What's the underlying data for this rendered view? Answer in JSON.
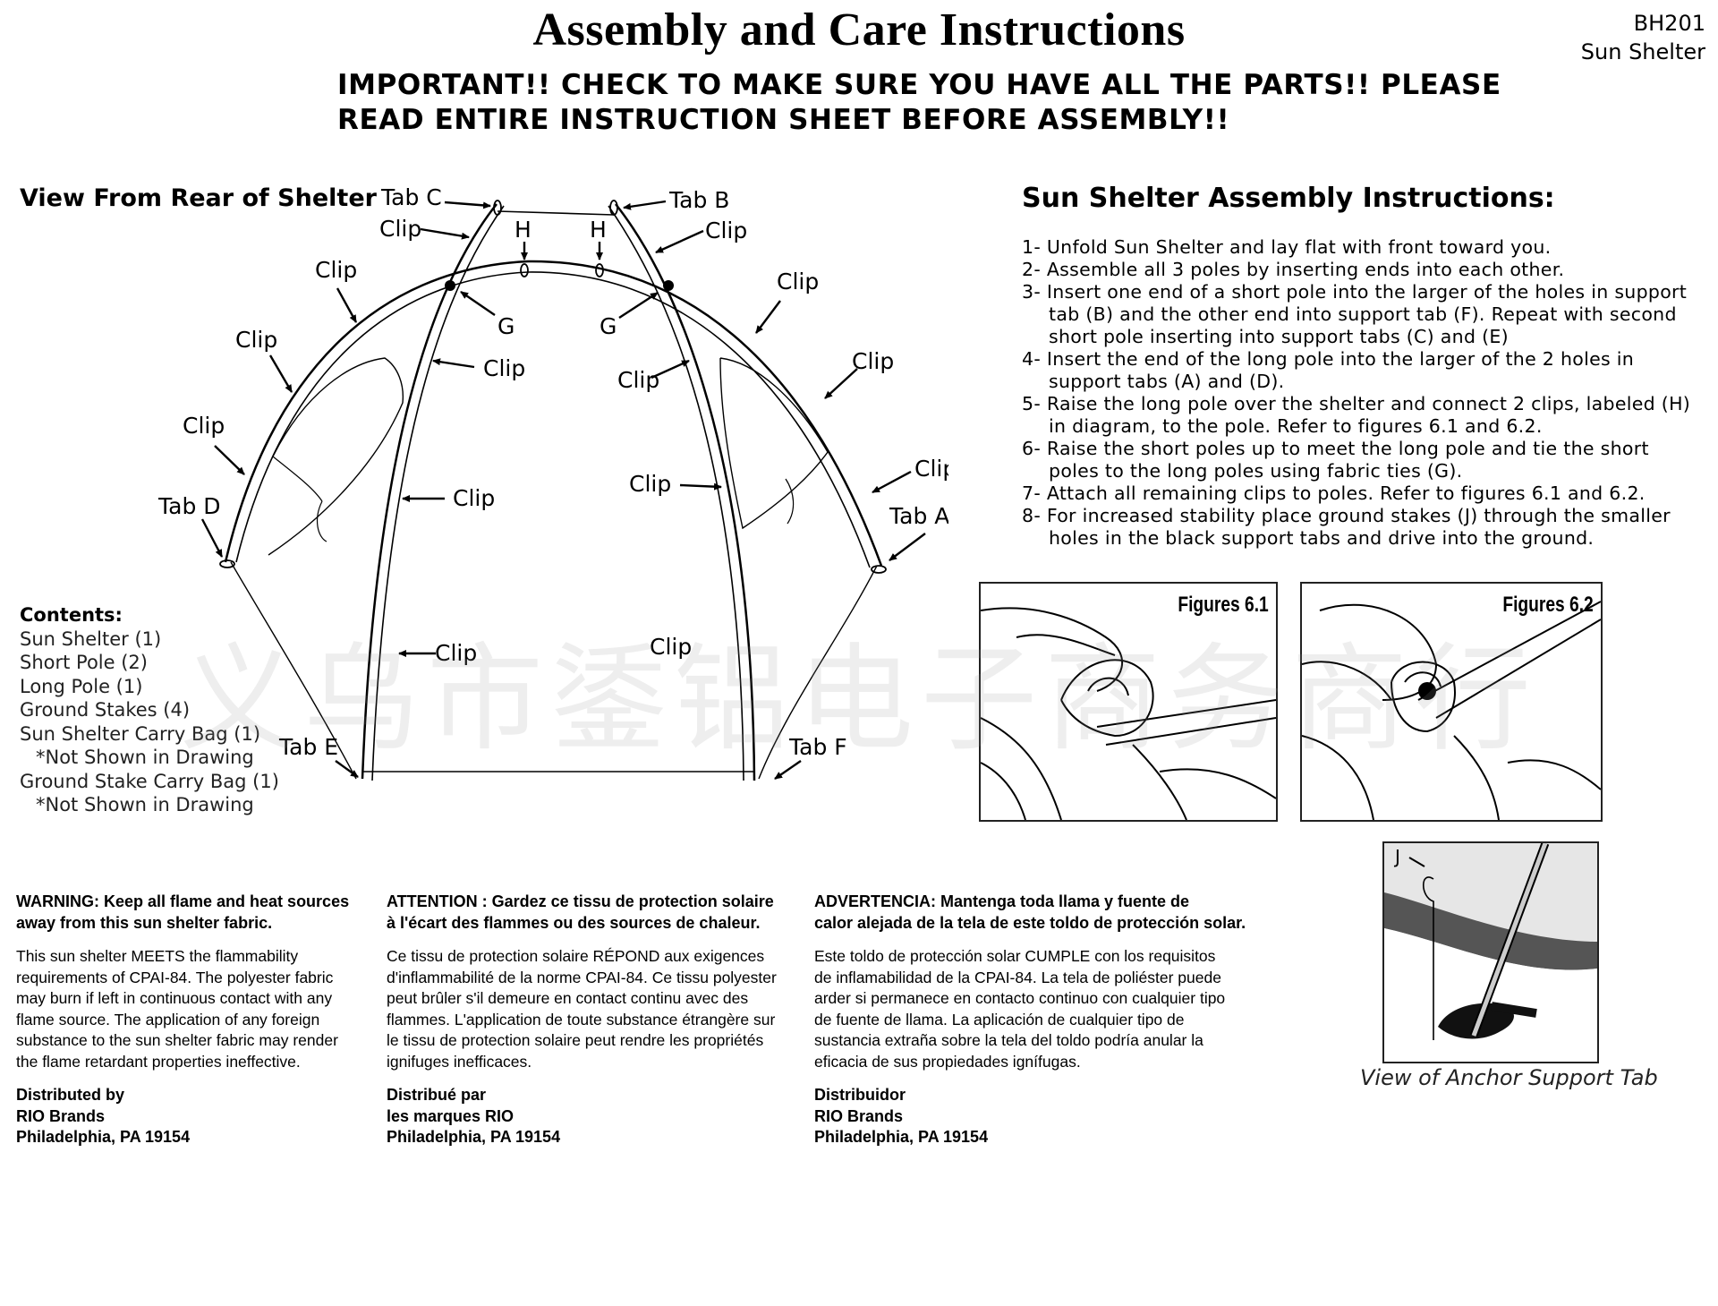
{
  "header": {
    "title": "Assembly and Care Instructions",
    "model": "BH201",
    "product": "Sun Shelter",
    "important_line1": "IMPORTANT!! CHECK TO MAKE SURE YOU HAVE ALL THE PARTS!! PLEASE",
    "important_line2": "READ ENTIRE INSTRUCTION SHEET BEFORE ASSEMBLY!!"
  },
  "diagram": {
    "title": "View From Rear of Shelter",
    "labels": {
      "tab_a": "Tab A",
      "tab_b": "Tab B",
      "tab_c": "Tab C",
      "tab_d": "Tab D",
      "tab_e": "Tab E",
      "tab_f": "Tab F",
      "clip": "Clip",
      "g": "G",
      "h": "H"
    }
  },
  "contents": {
    "heading": "Contents:",
    "items": [
      "Sun Shelter (1)",
      "Short Pole (2)",
      "Long Pole (1)",
      "Ground Stakes (4)",
      "Sun Shelter Carry Bag (1)",
      "*Not Shown in Drawing",
      "Ground Stake Carry Bag (1)",
      "*Not Shown in Drawing"
    ]
  },
  "instructions": {
    "title": "Sun Shelter Assembly Instructions:",
    "steps": [
      "1- Unfold Sun Shelter and lay flat with front toward you.",
      "2- Assemble all 3 poles by inserting ends into each other.",
      "3- Insert one end of a short pole into the larger of the holes in support tab (B) and the other end into support tab (F). Repeat with second short pole inserting into support tabs (C) and (E)",
      "4- Insert the end of the long pole into the larger of the 2 holes in support tabs (A) and (D).",
      "5- Raise the long pole over the shelter and connect 2 clips, labeled (H) in diagram, to the pole. Refer to figures 6.1 and 6.2.",
      "6- Raise the short poles up to meet the long pole and tie the short poles to the long poles using fabric ties (G).",
      "7- Attach all remaining clips to poles. Refer to figures 6.1 and 6.2.",
      "8- For increased stability place ground stakes (J) through the smaller holes in the black support tabs and drive into the ground."
    ]
  },
  "figures": {
    "fig1": "Figures 6.1",
    "fig2": "Figures 6.2",
    "anchor_label": "J",
    "anchor_caption": "View of Anchor Support Tab"
  },
  "warnings": {
    "en": {
      "heading1": "WARNING: Keep all flame and heat sources",
      "heading2": "away from this sun shelter fabric.",
      "body": [
        "This sun shelter MEETS the flammability",
        "requirements of CPAI-84. The polyester fabric",
        "may burn if left in continuous contact with any",
        "flame source. The application of any foreign",
        "substance to the sun shelter fabric may render",
        "the flame retardant properties ineffective."
      ],
      "dist": [
        "Distributed by",
        "RIO Brands",
        "Philadelphia, PA 19154"
      ]
    },
    "fr": {
      "heading1": "ATTENTION : Gardez ce tissu de protection solaire",
      "heading2": "à l'écart des flammes ou des sources de chaleur.",
      "body": [
        "Ce tissu de protection solaire RÉPOND aux exigences",
        "d'inflammabilité de la norme CPAI-84. Ce tissu polyester",
        "peut brûler s'il demeure en contact continu avec des",
        "flammes. L'application de toute substance étrangère sur",
        "le tissu de protection solaire peut rendre les propriétés",
        "ignifuges inefficaces."
      ],
      "dist": [
        "Distribué par",
        "les marques RIO",
        "Philadelphia, PA 19154"
      ]
    },
    "es": {
      "heading1": "ADVERTENCIA: Mantenga toda llama y fuente de",
      "heading2": "calor alejada de la tela de este toldo de protección solar.",
      "body": [
        "Este toldo de protección solar CUMPLE con los requisitos",
        "de inflamabilidad de la CPAI-84. La tela de poliéster puede",
        "arder si permanece en contacto continuo con cualquier tipo",
        "de fuente de llama. La aplicación de cualquier tipo de",
        "sustancia extraña sobre la tela del toldo podría anular la",
        "eficacia de sus propiedades ignífugas."
      ],
      "dist": [
        "Distribuidor",
        "RIO Brands",
        "Philadelphia, PA 19154"
      ]
    }
  },
  "watermark": "义乌市鋈铝电子商务商行"
}
